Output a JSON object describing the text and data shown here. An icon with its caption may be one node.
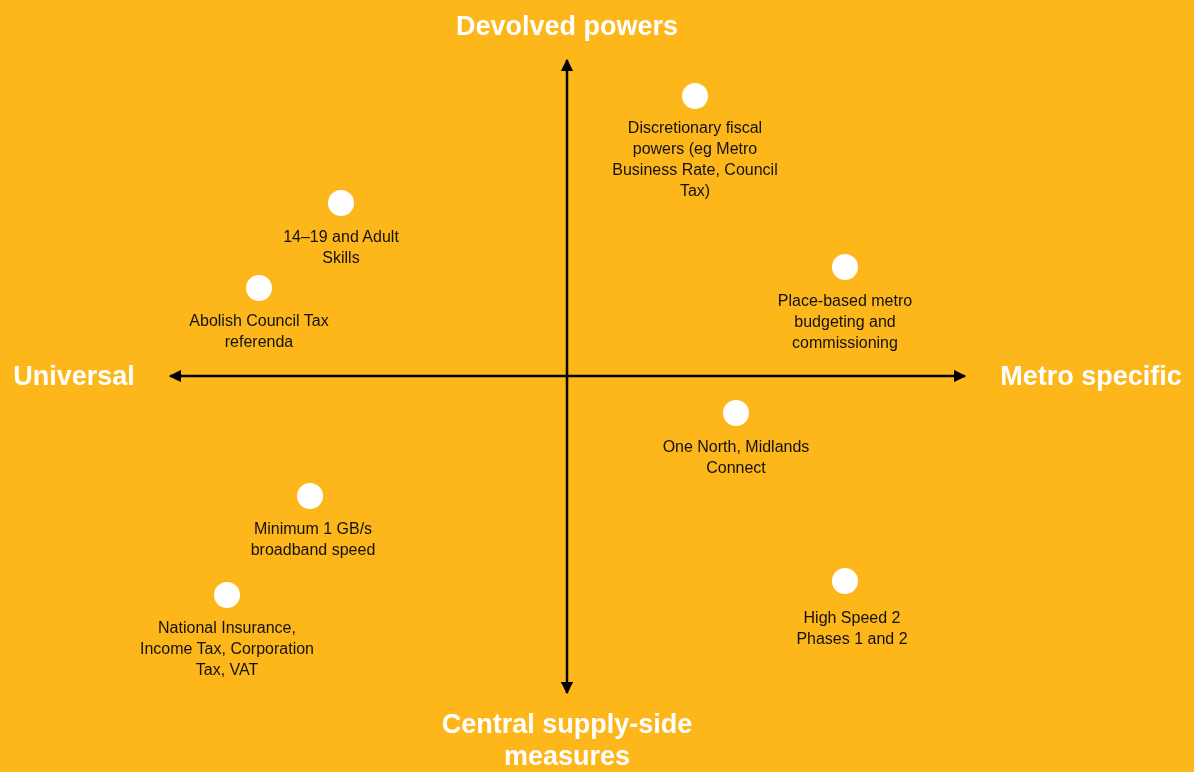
{
  "diagram": {
    "nodes": [
      {
        "text": [],
        "shape": "circle",
        "beside": [
          "Discretionary fiscal powers (eg Metro Business Rate, Council Tax)"
        ]
      },
      {
        "text": [],
        "shape": "circle",
        "beside": [
          "14–19 and Adult Skills"
        ]
      },
      {
        "text": [],
        "shape": "circle",
        "beside": [
          "Abolish Council Tax referenda"
        ]
      },
      {
        "text": [],
        "shape": "circle",
        "beside": [
          "Place-based metro budgeting and commissioning"
        ]
      },
      {
        "text": [],
        "shape": "circle",
        "beside": [
          "One North, Midlands Connect"
        ]
      },
      {
        "text": [],
        "shape": "circle",
        "beside": [
          "Minimum 1 GB/s broadband speed"
        ]
      },
      {
        "text": [],
        "shape": "circle",
        "beside": [
          "National Insurance, Income Tax, Corporation Tax, VAT"
        ]
      },
      {
        "text": [],
        "shape": "circle",
        "beside": [
          "High Speed 2 Phases 1 and 2"
        ]
      }
    ],
    "labels": [
      "Devolved powers",
      "Universal",
      "Metro specific",
      "Central supply-side measures"
    ]
  }
}
